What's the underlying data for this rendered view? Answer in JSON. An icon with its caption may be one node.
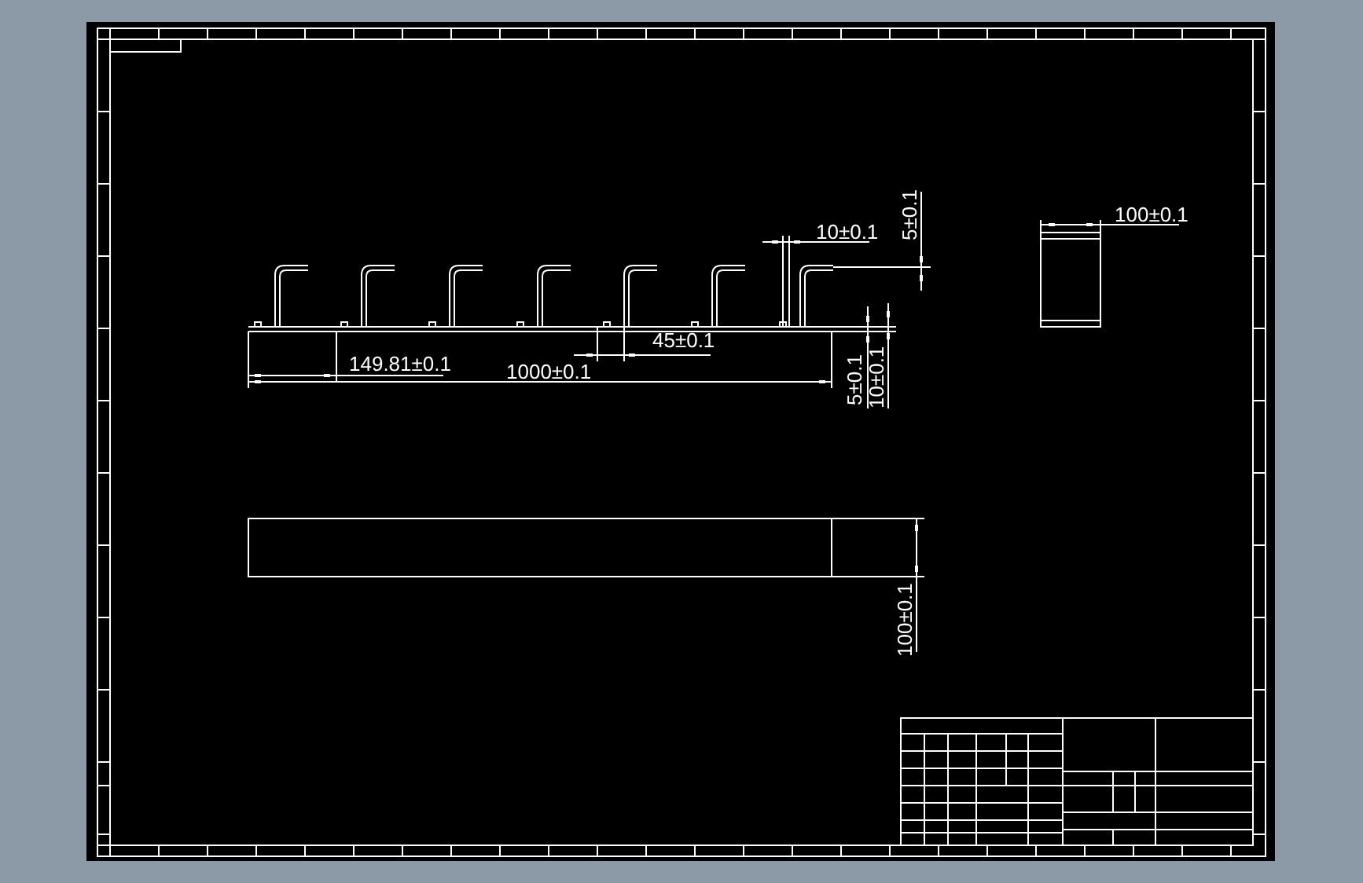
{
  "diagram": {
    "labels": [
      "10±0.1",
      "5±0.1",
      "100±0.1",
      "45±0.1",
      "149.81±0.1",
      "1000±0.1",
      "5±0.1",
      "10±0.1",
      "100±0.1"
    ]
  }
}
